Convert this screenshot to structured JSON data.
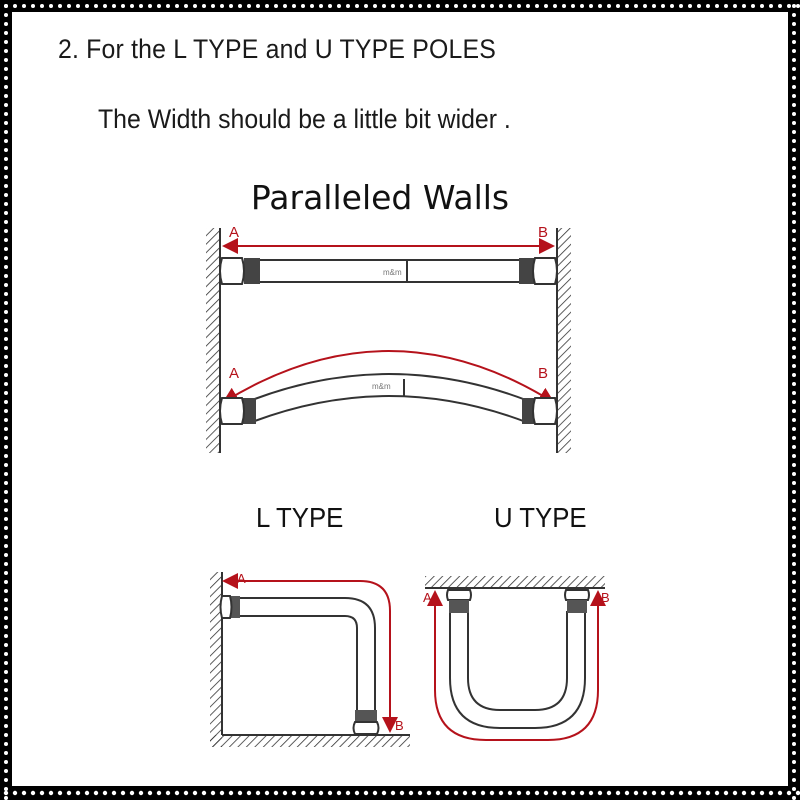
{
  "heading": "2. For the L TYPE and U TYPE POLES",
  "subheading": "The Width should be a little bit wider .",
  "diagram_title": "Paralleled Walls",
  "labels": {
    "l_type": "L TYPE",
    "u_type": "U TYPE",
    "point_a": "A",
    "point_b": "B",
    "pole_brand": "m&m"
  },
  "colors": {
    "measure_line": "#b5121b",
    "outline": "#333333",
    "border": "#000000"
  }
}
